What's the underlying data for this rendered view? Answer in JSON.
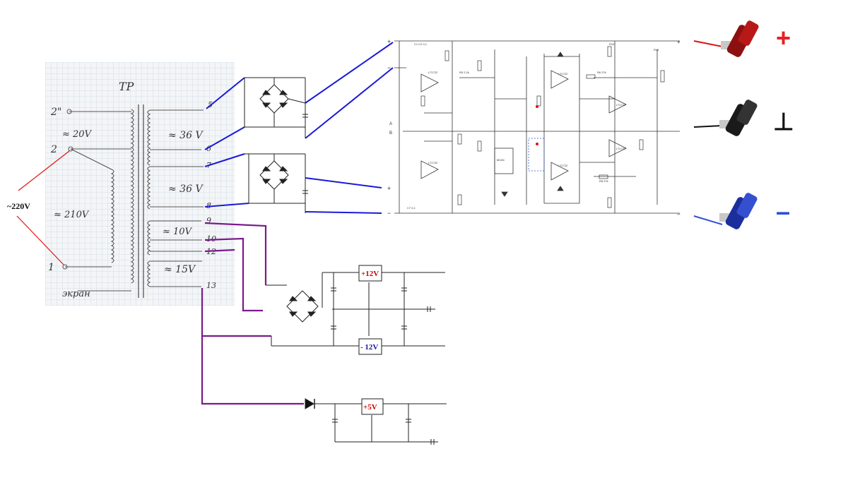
{
  "transformer": {
    "title": "ТР",
    "primary": {
      "voltage_label": "~220V",
      "windings": [
        {
          "pin": "2\"",
          "label": ""
        },
        {
          "pin": "",
          "label": "≈ 20V"
        },
        {
          "pin": "2",
          "label": ""
        },
        {
          "pin": "",
          "label": "≈ 210V"
        },
        {
          "pin": "1",
          "label": ""
        }
      ],
      "screen_label": "экран"
    },
    "secondary": [
      {
        "label": "≈ 36 V",
        "pins": [
          "5",
          "6"
        ]
      },
      {
        "label": "",
        "pins": [
          "7"
        ]
      },
      {
        "label": "≈ 36 V",
        "pins": [
          "8"
        ]
      },
      {
        "label": "≈ 10V",
        "pins": [
          "9",
          "10"
        ]
      },
      {
        "label": "",
        "pins": [
          "12"
        ]
      },
      {
        "label": "≈ 15V",
        "pins": [
          "13"
        ]
      }
    ]
  },
  "regulators": [
    {
      "label": "+12V",
      "color": "#d40000"
    },
    {
      "label": "- 12V",
      "color": "#1a1aa8"
    },
    {
      "label": "+5V",
      "color": "#d40000"
    }
  ],
  "terminals": [
    {
      "symbol": "+",
      "color": "#e62222"
    },
    {
      "symbol": "⊥",
      "color": "#111111"
    },
    {
      "symbol": "–",
      "color": "#2f4fd6"
    }
  ],
  "amp_nodes": {
    "plus": "+",
    "minus": "−",
    "in_a": "A",
    "in_b": "B"
  },
  "colors": {
    "dc_wire": "#1a1ad8",
    "aux_wire": "#7a1a8a",
    "ac_red": "#e01010"
  }
}
